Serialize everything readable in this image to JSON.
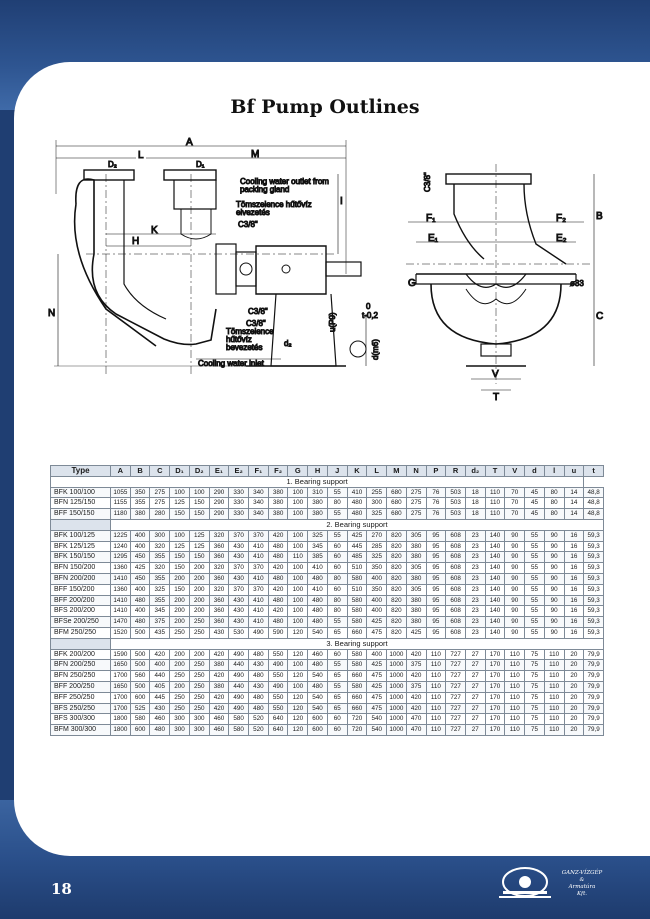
{
  "page": {
    "title": "Bf Pump Outlines",
    "page_number": "18",
    "logo_lines": [
      "GANZ-VÍZGÉP",
      "&",
      "Armatúra",
      "Kft."
    ]
  },
  "drawing": {
    "labels": {
      "A": "A",
      "L": "L",
      "M": "M",
      "D2": "D₂",
      "D1": "D₁",
      "H": "H",
      "K": "K",
      "N": "N",
      "I": "I",
      "d2": "d₂",
      "u": "u(P9)",
      "t": "t",
      "d": "d(m6)",
      "o": "0",
      "tol": "t-0,2",
      "B": "B",
      "C": "C",
      "F1": "F₁",
      "F2": "F₂",
      "E1": "E₁",
      "E2": "E₂",
      "G": "G",
      "V": "V",
      "T": "T",
      "hole": "ø33",
      "thread_top": "C3/8\""
    },
    "callouts": {
      "cooling_outlet_1": "Cooling water outlet from",
      "cooling_outlet_2": "packing gland",
      "hu_top_1": "Tömszelence hűtővíz",
      "hu_top_2": "elvezetés",
      "thread_1": "C3/8\"",
      "thread_2": "C3/8\"",
      "thread_3": "C3/8\"",
      "hu_bottom_1": "Tömszelence",
      "hu_bottom_2": "hűtővíz",
      "hu_bottom_3": "bevezetés",
      "cooling_inlet": "Cooling water inlet"
    }
  },
  "table": {
    "headers": [
      "Type",
      "A",
      "B",
      "C",
      "D₁",
      "D₂",
      "E₁",
      "E₂",
      "F₁",
      "F₂",
      "G",
      "H",
      "J",
      "K",
      "L",
      "M",
      "N",
      "P",
      "R",
      "d₂",
      "T",
      "V",
      "d",
      "l",
      "u",
      "t"
    ],
    "groups": [
      {
        "title": "1. Bearing support",
        "rows": [
          [
            "BFK 100/100",
            "1055",
            "350",
            "275",
            "100",
            "100",
            "290",
            "330",
            "340",
            "380",
            "100",
            "310",
            "55",
            "410",
            "255",
            "680",
            "275",
            "76",
            "503",
            "18",
            "110",
            "70",
            "45",
            "80",
            "14",
            "48,8"
          ],
          [
            "BFN 125/150",
            "1155",
            "355",
            "275",
            "125",
            "150",
            "290",
            "330",
            "340",
            "380",
            "100",
            "380",
            "80",
            "480",
            "300",
            "680",
            "275",
            "76",
            "503",
            "18",
            "110",
            "70",
            "45",
            "80",
            "14",
            "48,8"
          ],
          [
            "BFF 150/150",
            "1180",
            "380",
            "280",
            "150",
            "150",
            "290",
            "330",
            "340",
            "380",
            "100",
            "380",
            "55",
            "480",
            "325",
            "680",
            "275",
            "76",
            "503",
            "18",
            "110",
            "70",
            "45",
            "80",
            "14",
            "48,8"
          ]
        ]
      },
      {
        "title": "2. Bearing support",
        "rows": [
          [
            "BFK 100/125",
            "1225",
            "400",
            "300",
            "100",
            "125",
            "320",
            "370",
            "370",
            "420",
            "100",
            "325",
            "55",
            "425",
            "270",
            "820",
            "305",
            "95",
            "608",
            "23",
            "140",
            "90",
            "55",
            "90",
            "16",
            "59,3"
          ],
          [
            "BFK 125/125",
            "1240",
            "400",
            "320",
            "125",
            "125",
            "360",
            "430",
            "410",
            "480",
            "100",
            "345",
            "60",
            "445",
            "285",
            "820",
            "380",
            "95",
            "608",
            "23",
            "140",
            "90",
            "55",
            "90",
            "16",
            "59,3"
          ],
          [
            "BFK 150/150",
            "1295",
            "450",
            "355",
            "150",
            "150",
            "360",
            "430",
            "410",
            "480",
            "110",
            "385",
            "60",
            "485",
            "325",
            "820",
            "380",
            "95",
            "608",
            "23",
            "140",
            "90",
            "55",
            "90",
            "16",
            "59,3"
          ],
          [
            "BFN 150/200",
            "1360",
            "425",
            "320",
            "150",
            "200",
            "320",
            "370",
            "370",
            "420",
            "100",
            "410",
            "60",
            "510",
            "350",
            "820",
            "305",
            "95",
            "608",
            "23",
            "140",
            "90",
            "55",
            "90",
            "16",
            "59,3"
          ],
          [
            "BFN 200/200",
            "1410",
            "450",
            "355",
            "200",
            "200",
            "360",
            "430",
            "410",
            "480",
            "100",
            "480",
            "80",
            "580",
            "400",
            "820",
            "380",
            "95",
            "608",
            "23",
            "140",
            "90",
            "55",
            "90",
            "16",
            "59,3"
          ],
          [
            "BFF 150/200",
            "1360",
            "400",
            "325",
            "150",
            "200",
            "320",
            "370",
            "370",
            "420",
            "100",
            "410",
            "60",
            "510",
            "350",
            "820",
            "305",
            "95",
            "608",
            "23",
            "140",
            "90",
            "55",
            "90",
            "16",
            "59,3"
          ],
          [
            "BFF 200/200",
            "1410",
            "480",
            "355",
            "200",
            "200",
            "360",
            "430",
            "410",
            "480",
            "100",
            "480",
            "80",
            "580",
            "400",
            "820",
            "380",
            "95",
            "608",
            "23",
            "140",
            "90",
            "55",
            "90",
            "16",
            "59,3"
          ],
          [
            "BFS 200/200",
            "1410",
            "400",
            "345",
            "200",
            "200",
            "360",
            "430",
            "410",
            "420",
            "100",
            "480",
            "80",
            "580",
            "400",
            "820",
            "380",
            "95",
            "608",
            "23",
            "140",
            "90",
            "55",
            "90",
            "16",
            "59,3"
          ],
          [
            "BFSe 200/250",
            "1470",
            "480",
            "375",
            "200",
            "250",
            "360",
            "430",
            "410",
            "480",
            "100",
            "480",
            "55",
            "580",
            "425",
            "820",
            "380",
            "95",
            "608",
            "23",
            "140",
            "90",
            "55",
            "90",
            "16",
            "59,3"
          ],
          [
            "BFM 250/250",
            "1520",
            "500",
            "435",
            "250",
            "250",
            "430",
            "530",
            "490",
            "590",
            "120",
            "540",
            "65",
            "660",
            "475",
            "820",
            "425",
            "95",
            "608",
            "23",
            "140",
            "90",
            "55",
            "90",
            "16",
            "59,3"
          ]
        ]
      },
      {
        "title": "3. Bearing support",
        "rows": [
          [
            "BFK 200/200",
            "1590",
            "500",
            "420",
            "200",
            "200",
            "420",
            "490",
            "480",
            "550",
            "120",
            "460",
            "60",
            "580",
            "400",
            "1000",
            "420",
            "110",
            "727",
            "27",
            "170",
            "110",
            "75",
            "110",
            "20",
            "79,9"
          ],
          [
            "BFN 200/250",
            "1650",
            "500",
            "400",
            "200",
            "250",
            "380",
            "440",
            "430",
            "490",
            "100",
            "480",
            "55",
            "580",
            "425",
            "1000",
            "375",
            "110",
            "727",
            "27",
            "170",
            "110",
            "75",
            "110",
            "20",
            "79,9"
          ],
          [
            "BFN 250/250",
            "1700",
            "560",
            "440",
            "250",
            "250",
            "420",
            "490",
            "480",
            "550",
            "120",
            "540",
            "65",
            "660",
            "475",
            "1000",
            "420",
            "110",
            "727",
            "27",
            "170",
            "110",
            "75",
            "110",
            "20",
            "79,9"
          ],
          [
            "BFF 200/250",
            "1650",
            "500",
            "405",
            "200",
            "250",
            "380",
            "440",
            "430",
            "490",
            "100",
            "480",
            "55",
            "580",
            "425",
            "1000",
            "375",
            "110",
            "727",
            "27",
            "170",
            "110",
            "75",
            "110",
            "20",
            "79,9"
          ],
          [
            "BFF 250/250",
            "1700",
            "600",
            "445",
            "250",
            "250",
            "420",
            "490",
            "480",
            "550",
            "120",
            "540",
            "65",
            "660",
            "475",
            "1000",
            "420",
            "110",
            "727",
            "27",
            "170",
            "110",
            "75",
            "110",
            "20",
            "79,9"
          ],
          [
            "BFS 250/250",
            "1700",
            "525",
            "430",
            "250",
            "250",
            "420",
            "490",
            "480",
            "550",
            "120",
            "540",
            "65",
            "660",
            "475",
            "1000",
            "420",
            "110",
            "727",
            "27",
            "170",
            "110",
            "75",
            "110",
            "20",
            "79,9"
          ],
          [
            "BFS 300/300",
            "1800",
            "580",
            "460",
            "300",
            "300",
            "460",
            "580",
            "520",
            "640",
            "120",
            "600",
            "60",
            "720",
            "540",
            "1000",
            "470",
            "110",
            "727",
            "27",
            "170",
            "110",
            "75",
            "110",
            "20",
            "79,9"
          ],
          [
            "BFM 300/300",
            "1800",
            "600",
            "480",
            "300",
            "300",
            "460",
            "580",
            "520",
            "640",
            "120",
            "600",
            "60",
            "720",
            "540",
            "1000",
            "470",
            "110",
            "727",
            "27",
            "170",
            "110",
            "75",
            "110",
            "20",
            "79,9"
          ]
        ]
      }
    ]
  }
}
